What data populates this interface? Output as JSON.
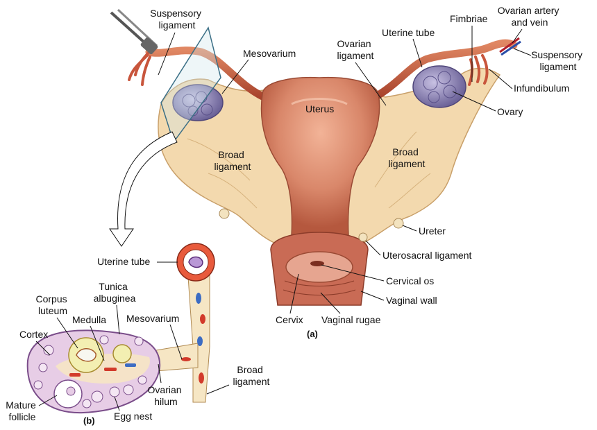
{
  "panel_a": {
    "tag": "(a)",
    "labels": {
      "suspensory_ligament_left": [
        "Suspensory",
        "ligament"
      ],
      "mesovarium": "Mesovarium",
      "ovarian_ligament": [
        "Ovarian",
        "ligament"
      ],
      "uterine_tube": "Uterine tube",
      "fimbriae": "Fimbriae",
      "ovarian_artery_vein": [
        "Ovarian artery",
        "and vein"
      ],
      "suspensory_ligament_right": [
        "Suspensory",
        "ligament"
      ],
      "infundibulum": "Infundibulum",
      "uterus": "Uterus",
      "ovary": "Ovary",
      "broad_ligament_left": [
        "Broad",
        "ligament"
      ],
      "broad_ligament_right": [
        "Broad",
        "ligament"
      ],
      "ureter": "Ureter",
      "uterosacral_ligament": "Uterosacral ligament",
      "cervical_os": "Cervical os",
      "vaginal_wall": "Vaginal wall",
      "cervix": "Cervix",
      "vaginal_rugae": "Vaginal rugae"
    }
  },
  "panel_b": {
    "tag": "(b)",
    "labels": {
      "uterine_tube": "Uterine tube",
      "tunica_albuginea": [
        "Tunica",
        "albuginea"
      ],
      "corpus_luteum": [
        "Corpus",
        "luteum"
      ],
      "medulla": "Medulla",
      "mesovarium": "Mesovarium",
      "cortex": "Cortex",
      "broad_ligament": [
        "Broad",
        "ligament"
      ],
      "ovarian_hilum": [
        "Ovarian",
        "hilum"
      ],
      "mature_follicle": [
        "Mature",
        "follicle"
      ],
      "egg_nest": "Egg nest"
    }
  },
  "colors": {
    "uterus": "#d9876a",
    "broad_ligament": "#f3d9ae",
    "ovary": "#8f86b8",
    "tube": "#c8553c",
    "ovary_section": "#e7cde6",
    "label_text": "#111111"
  }
}
